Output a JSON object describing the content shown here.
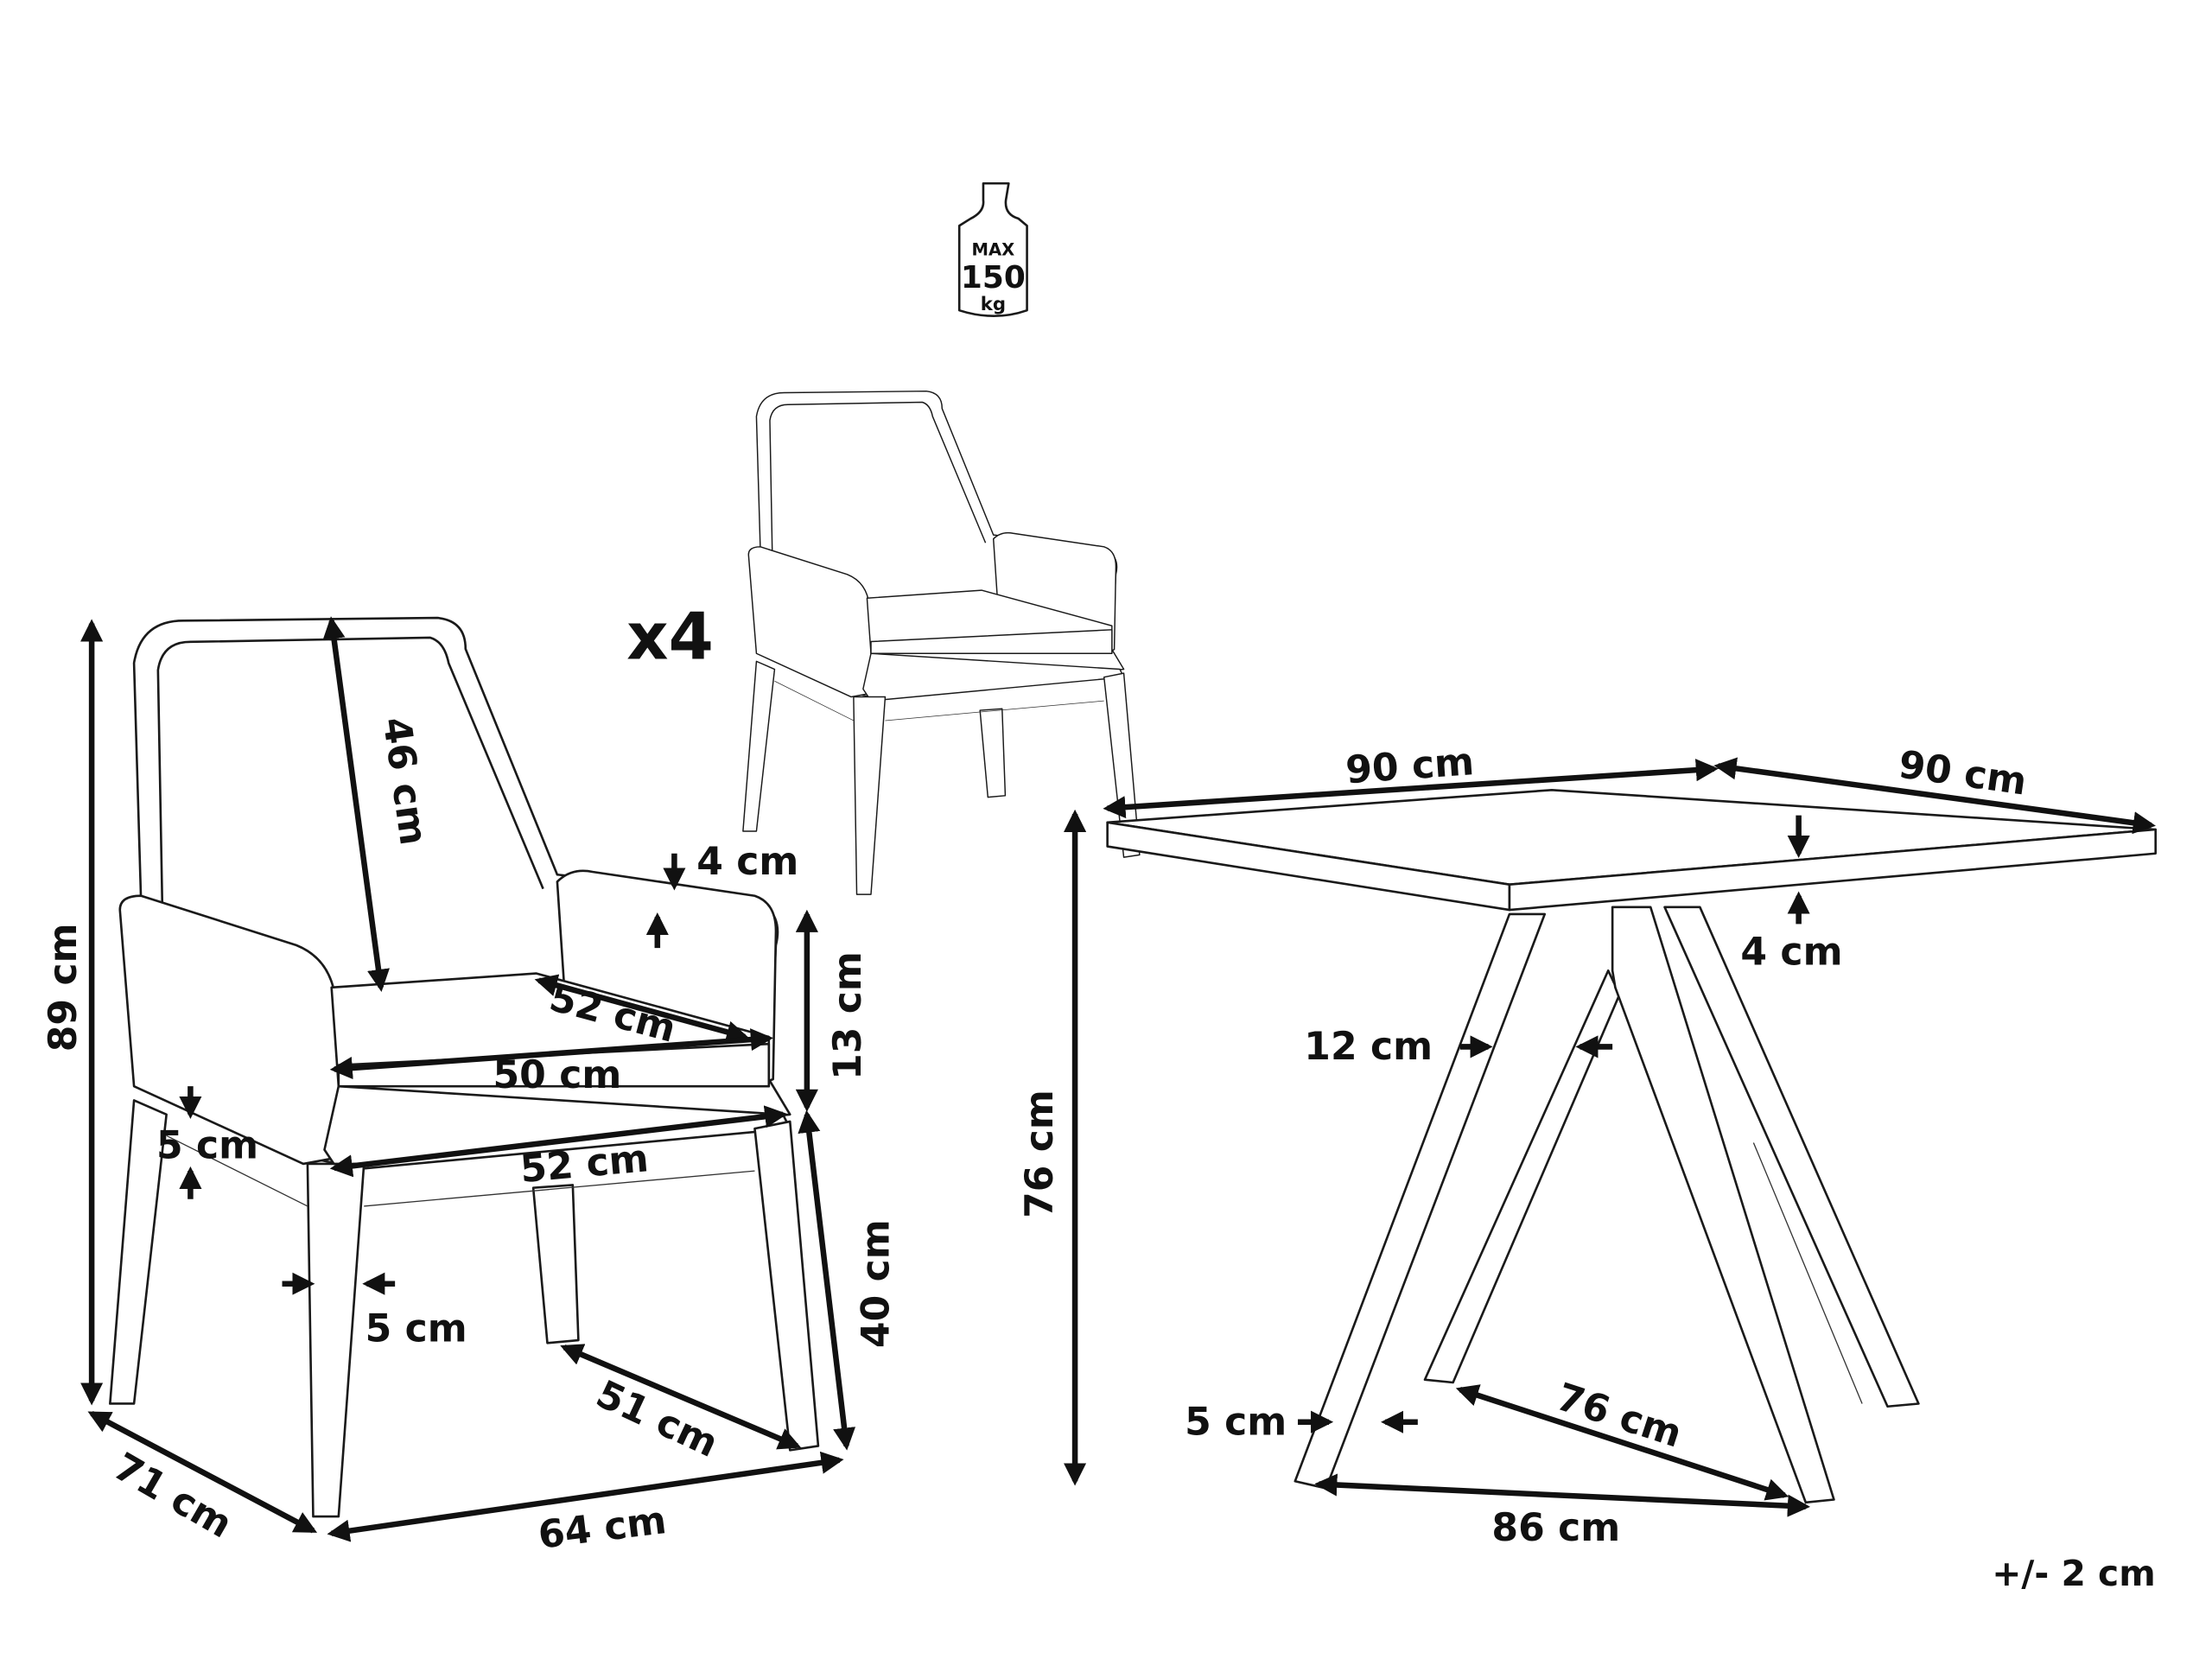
{
  "product": {
    "quantity_label": "x4",
    "tolerance": "+/- 2 cm"
  },
  "weight_badge": {
    "max": "MAX",
    "value": "150",
    "unit": "kg"
  },
  "chair_dimensions": {
    "height": "89 cm",
    "backrest_height": "46 cm",
    "armrest_thickness": "4 cm",
    "armrest_height": "13 cm",
    "seat_depth": "52 cm",
    "seat_width": "50 cm",
    "frame_thickness": "5 cm",
    "front_width": "52 cm",
    "leg_width": "5 cm",
    "seat_height": "40 cm",
    "leg_depth_span": "51 cm",
    "depth": "71 cm",
    "width": "64 cm"
  },
  "table_dimensions": {
    "length": "90 cm",
    "width": "90 cm",
    "top_thickness": "4 cm",
    "height": "76 cm",
    "leg_width_top": "12 cm",
    "leg_width_bottom": "5 cm",
    "leg_span_depth": "76 cm",
    "leg_span_width": "86 cm"
  }
}
